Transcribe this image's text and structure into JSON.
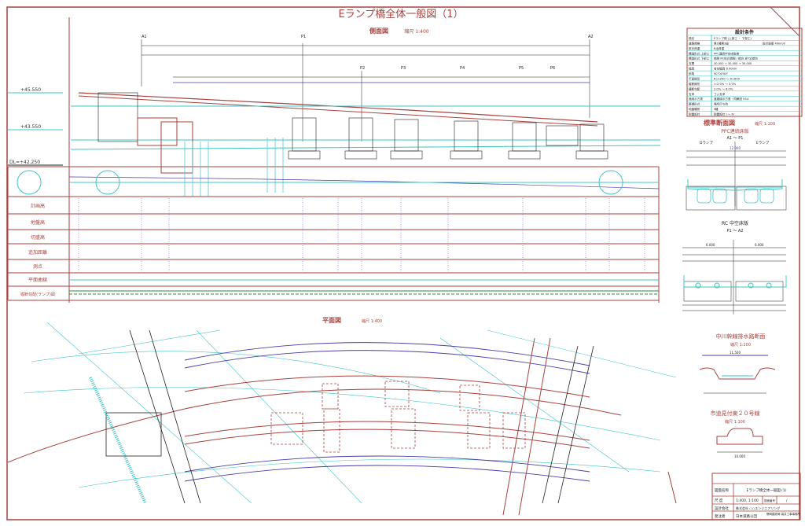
{
  "title": "Eランプ橋全体一般図（1）",
  "profile": {
    "title": "側面図",
    "scale": "縮尺 1:400",
    "elevations": [
      "+45.550",
      "+43.550",
      "DL=+42.250"
    ],
    "row_labels": [
      "計画高",
      "地盤高",
      "切盛高",
      "追加距離",
      "測点",
      "平面曲線",
      "縦断勾配(ランプ)図"
    ],
    "span_labels": [
      "A1",
      "P1",
      "P2",
      "P3",
      "P4",
      "P5",
      "P6",
      "A2"
    ]
  },
  "spec_table": {
    "header": "設計条件",
    "rows": [
      [
        "橋名",
        "Eランプ橋 (上部工 ・ 下部工)"
      ],
      [
        "道路規格",
        "第1種第3級",
        "設計速度 40km/h"
      ],
      [
        "設計荷重",
        "B活荷重"
      ],
      [
        "構造形式 上部工",
        "PPC連続中空床版橋"
      ],
      [
        "構造形式 下部工",
        "橋脚 RC柱式橋脚 / 橋台 逆T式橋台"
      ],
      [
        "支間",
        "30.000 + 30.000 + 30.000"
      ],
      [
        "幅員",
        "有効幅員 6.000m"
      ],
      [
        "斜角",
        "90°00'00\""
      ],
      [
        "平面線形",
        "R=1250 ～ R=600"
      ],
      [
        "縦断線形",
        "i=2.0% ～ 3.0%"
      ],
      [
        "横断勾配",
        "2.0% ～ 6.0%"
      ],
      [
        "支承",
        "ゴム支承"
      ],
      [
        "適用示方書",
        "道路橋示方書・同解説 H14"
      ],
      [
        "基礎形式",
        "場所打ち杭"
      ],
      [
        "地盤種別",
        "Ⅱ種"
      ],
      [
        "耐震設計",
        "耐震設計 Ⅰ ～ Ⅳ"
      ]
    ]
  },
  "cross_section": {
    "title": "標準断面図",
    "scale": "縮尺 1:100",
    "sub1": "PPC連続床版",
    "sub1_range": "A1 ～ P1",
    "sub2": "RC 中空床版",
    "sub2_range": "P1 ～ A2",
    "left_label": "Dランプ",
    "right_label": "Eランプ",
    "width_total": "12.000",
    "half_width": "6.000"
  },
  "drain_section": {
    "title": "中川幹線排水路断面",
    "scale": "縮尺 1:200",
    "width": "11.500"
  },
  "road_section": {
    "title": "市道見付東２０号線",
    "scale": "縮尺 1:100",
    "width": "10.000"
  },
  "plan": {
    "title": "平面図",
    "scale": "縮尺 1:400"
  },
  "title_block": {
    "name_label": "図面名称",
    "name_value": "Eランプ橋全体一般図 (1)",
    "scale_label": "尺 度",
    "scale_value": "1:400, 1:100",
    "sheet_label": "図面番号",
    "sheet_value": "/",
    "company_label": "設計会社",
    "company_value": "株式会社 ○○エンジニアリング",
    "client_label": "発注者",
    "client_value": "日本道路公団",
    "office_value": "静岡建設局 袋井工事事務所"
  }
}
